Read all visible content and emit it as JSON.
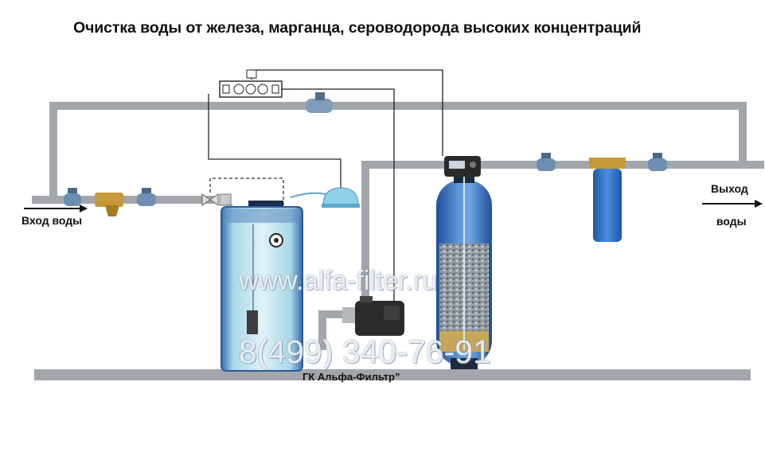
{
  "title": "Очистка воды от железа, марганца, сероводорода высоких концентраций",
  "labels": {
    "inlet": "Вход воды",
    "outlet_line1": "Выход",
    "outlet_line2": "воды",
    "company": "ГК   Альфа-Фильтр”"
  },
  "watermark": {
    "url": "www.alfa-filter.ru",
    "phone": "8(499) 340-76-91"
  },
  "colors": {
    "pipe": "#a3a6ab",
    "tank_water": "#bfe3ec",
    "filter_blue": "#2f6fbd",
    "valve_blue": "#6d8fb3",
    "brass": "#c49a3a",
    "pump": "#2b2b2b"
  }
}
